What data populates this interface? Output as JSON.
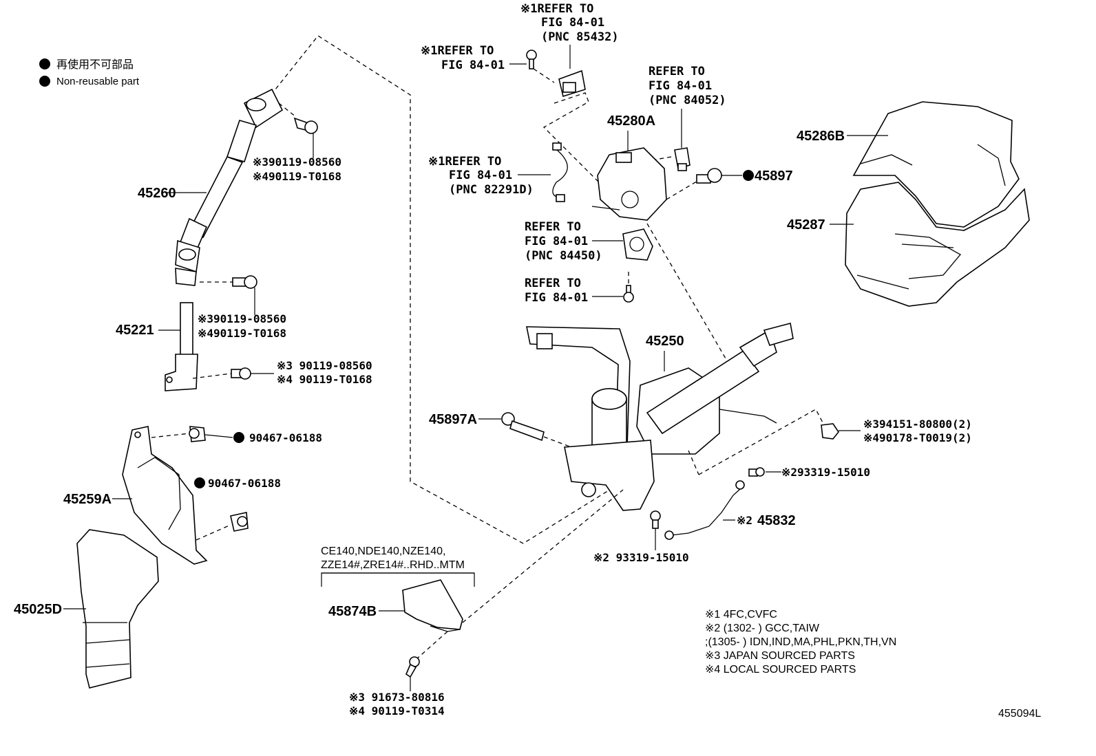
{
  "legend": {
    "ja": "再使用不可部品",
    "en": "Non-reusable part"
  },
  "drawing_id": "455094L",
  "parts": {
    "p45260": "45260",
    "p45221": "45221",
    "p45259A": "45259A",
    "p45025D": "45025D",
    "p45280A": "45280A",
    "p45897": "45897",
    "p45286B": "45286B",
    "p45287": "45287",
    "p45250": "45250",
    "p45897A": "45897A",
    "p45832": "45832",
    "p45874B": "45874B"
  },
  "bolts": {
    "b1_l1": "※390119-08560",
    "b1_l2": "※490119-T0168",
    "b2_l1": "※390119-08560",
    "b2_l2": "※490119-T0168",
    "b3_l1": "※3 90119-08560",
    "b3_l2": "※4 90119-T0168",
    "clip1": "90467-06188",
    "clip2": "90467-06188",
    "nut_l1": "※394151-80800(2)",
    "nut_l2": "※490178-T0019(2)",
    "g1": "※293319-15010",
    "g2": "※2 93319-15010",
    "p45832_prefix": "※2",
    "b4_l1": "※3 91673-80816",
    "b4_l2": "※4 90119-T0314"
  },
  "refs": {
    "r1_l1": "※1REFER TO",
    "r1_l2": "FIG 84-01",
    "r1_l3": "(PNC 85432)",
    "r2_l1": "※1REFER TO",
    "r2_l2": "FIG 84-01",
    "r3_l1": "REFER TO",
    "r3_l2": "FIG 84-01",
    "r3_l3": "(PNC 84052)",
    "r4_l1": "※1REFER TO",
    "r4_l2": "FIG 84-01",
    "r4_l3": "(PNC 82291D)",
    "r5_l1": "REFER TO",
    "r5_l2": "FIG 84-01",
    "r5_l3": "(PNC 84450)",
    "r6_l1": "REFER TO",
    "r6_l2": "FIG 84-01"
  },
  "model_note": {
    "l1": "CE140,NDE140,NZE140,",
    "l2": "ZZE14#,ZRE14#..RHD..MTM"
  },
  "footnotes": {
    "n1": "※1 4FC,CVFC",
    "n2": "※2 (1302-        ) GCC,TAIW",
    "n3": "  ;(1305-        ) IDN,IND,MA,PHL,PKN,TH,VN",
    "n4": "※3  JAPAN SOURCED PARTS",
    "n5": "※4  LOCAL SOURCED PARTS"
  }
}
